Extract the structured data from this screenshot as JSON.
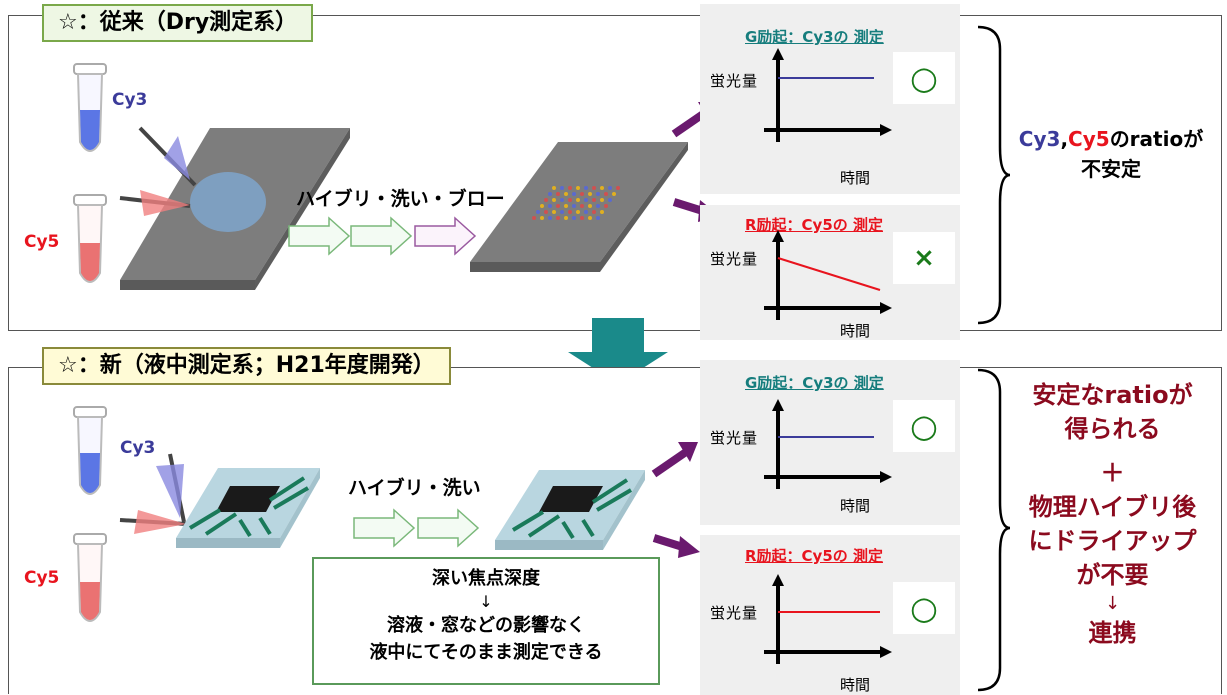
{
  "top_section": {
    "title": "☆：従来（Dry測定系）",
    "cy3_label": "Cy3",
    "cy5_label": "Cy5",
    "process_label": "ハイブリ・洗い・ブロー",
    "graph_g": {
      "title": "G励起：Cy3の 測定",
      "ylabel": "蛍光量",
      "xlabel": "時間",
      "result": "○"
    },
    "graph_r": {
      "title": "R励起：Cy5の 測定",
      "ylabel": "蛍光量",
      "xlabel": "時間",
      "result": "×"
    },
    "conclusion_cy3": "Cy3",
    "conclusion_sep": ",",
    "conclusion_cy5": "Cy5",
    "conclusion_rest1": "のratioが",
    "conclusion_line2": "不安定"
  },
  "bottom_section": {
    "title": "☆：新（液中測定系；H21年度開発）",
    "cy3_label": "Cy3",
    "cy5_label": "Cy5",
    "process_label": "ハイブリ・洗い",
    "note_line1": "深い焦点深度",
    "note_arrow": "↓",
    "note_line2": "溶液・窓などの影響なく",
    "note_line3": "液中にてそのまま測定できる",
    "graph_g": {
      "title": "G励起：Cy3の 測定",
      "ylabel": "蛍光量",
      "xlabel": "時間",
      "result": "○"
    },
    "graph_r": {
      "title": "R励起：Cy5の 測定",
      "ylabel": "蛍光量",
      "xlabel": "時間",
      "result": "○"
    },
    "conclusion_line1": "安定なratioが",
    "conclusion_line2": "得られる",
    "plus": "＋",
    "conclusion_line3": "物理ハイブリ後",
    "conclusion_line4": "にドライアップ",
    "conclusion_line5": "が不要",
    "conclusion_arrow": "↓",
    "conclusion_line6": "連携"
  },
  "colors": {
    "cy3": "#3b3b9a",
    "cy5": "#e8141e",
    "teal": "#167d7d",
    "red_title": "#e8141e",
    "dark_red": "#8b0a1e",
    "green_mark": "#1a7a1a",
    "purple_arrow": "#6a1a6e",
    "teal_arrow": "#1f9b9b"
  }
}
